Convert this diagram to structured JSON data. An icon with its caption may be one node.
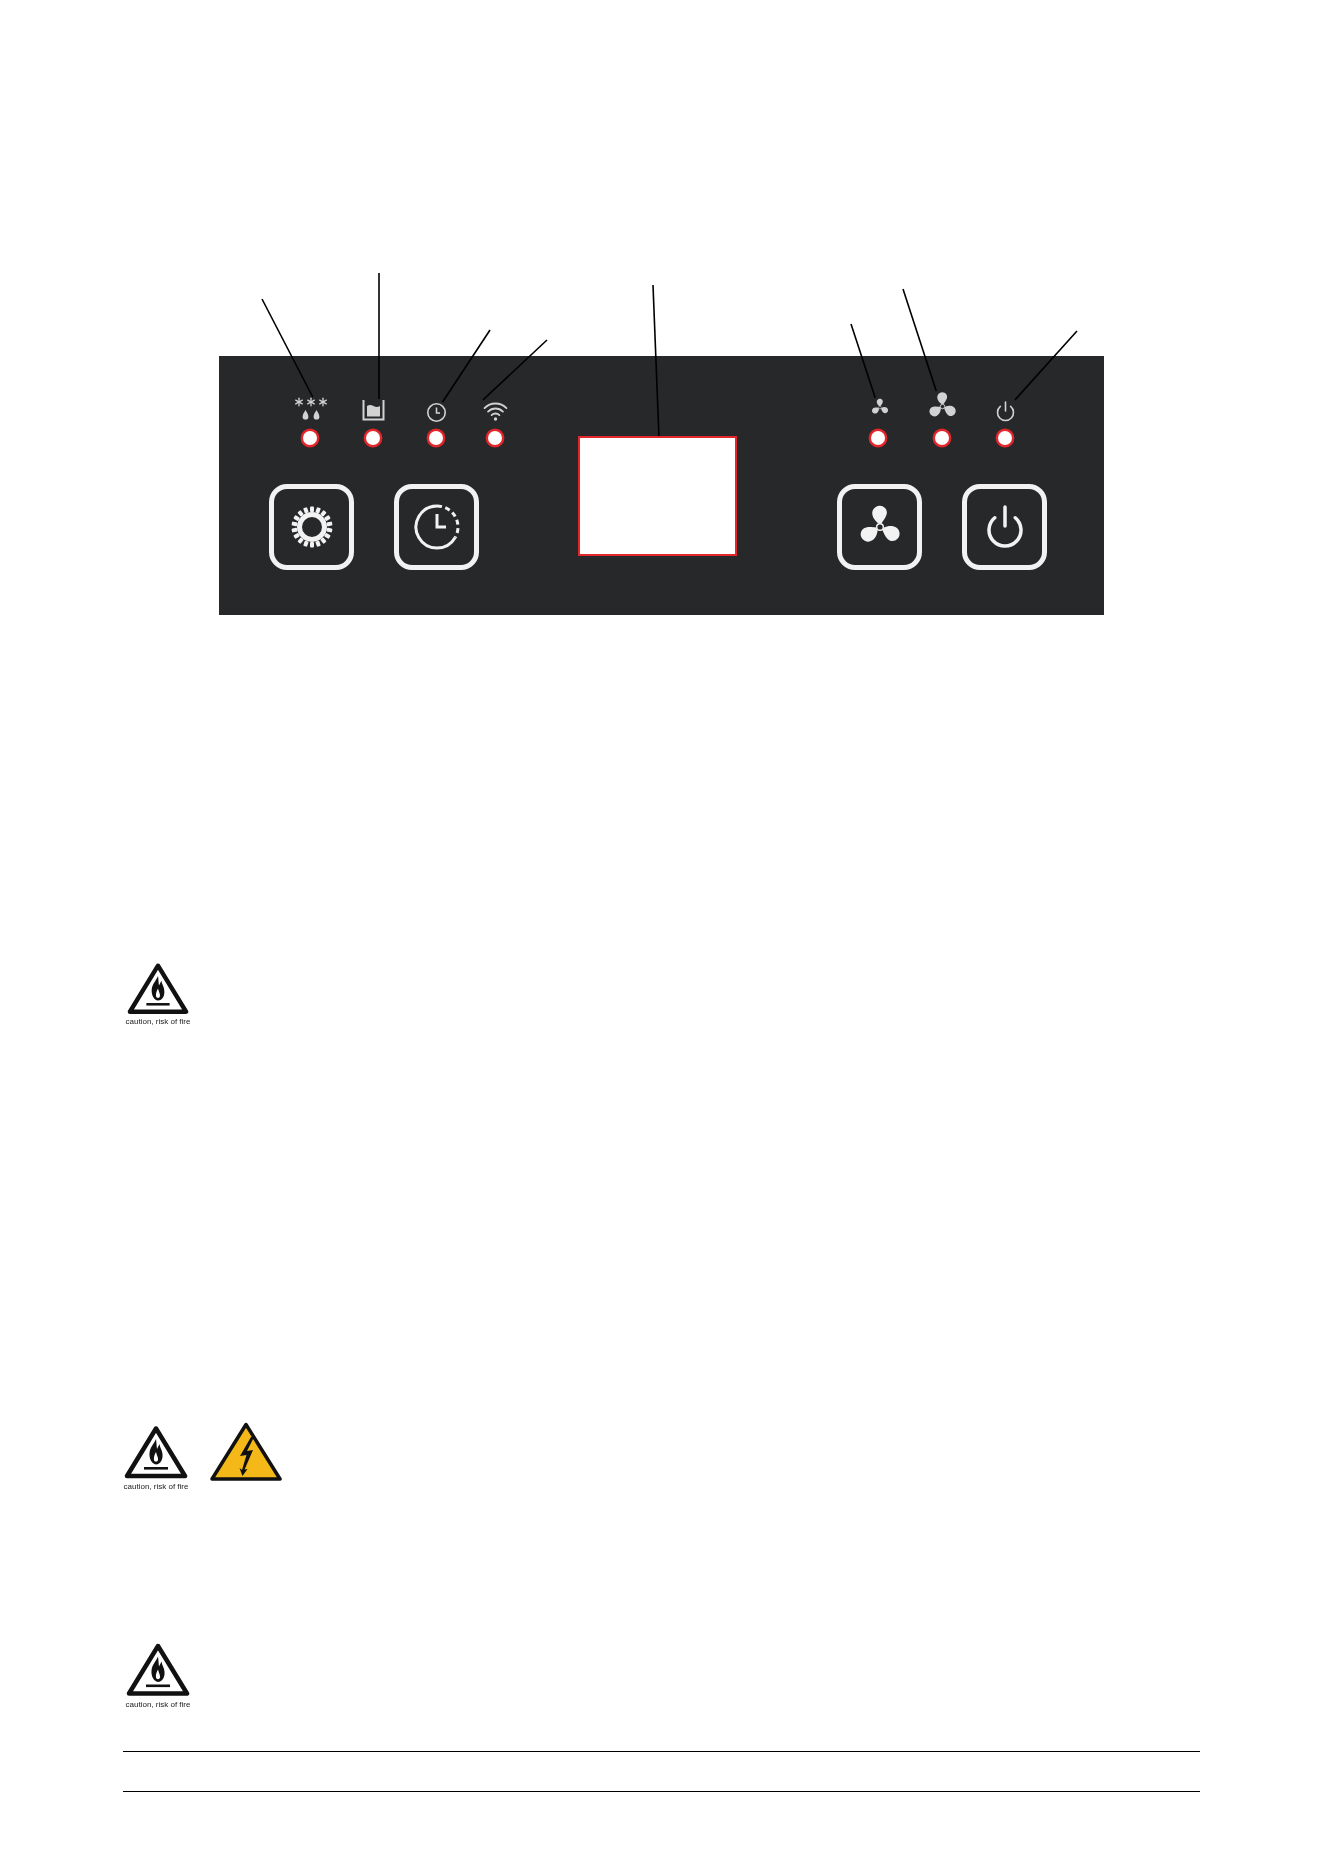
{
  "diagram": {
    "nodes": [
      {
        "text": [],
        "shape": "picture"
      },
      {
        "text": [],
        "shape": "picture"
      },
      {
        "text": [],
        "shape": "picture"
      },
      {
        "text": [],
        "shape": "picture"
      },
      {
        "text": [],
        "shape": "box"
      },
      {
        "text": [],
        "shape": "picture"
      },
      {
        "text": [],
        "shape": "picture"
      },
      {
        "text": [],
        "shape": "picture"
      }
    ],
    "edges": [
      {
        "from": null,
        "to": 0,
        "arrow": "none"
      },
      {
        "from": null,
        "to": 1,
        "arrow": "none"
      },
      {
        "from": null,
        "to": 2,
        "arrow": "none"
      },
      {
        "from": null,
        "to": 3,
        "arrow": "none"
      },
      {
        "from": null,
        "to": 4,
        "arrow": "none"
      },
      {
        "from": null,
        "to": 5,
        "arrow": "none"
      },
      {
        "from": null,
        "to": 6,
        "arrow": "none"
      },
      {
        "from": null,
        "to": 7,
        "arrow": "none"
      }
    ],
    "labels": [
      "caution, risk of fire",
      "caution, risk of fire",
      "caution, risk of fire"
    ]
  }
}
